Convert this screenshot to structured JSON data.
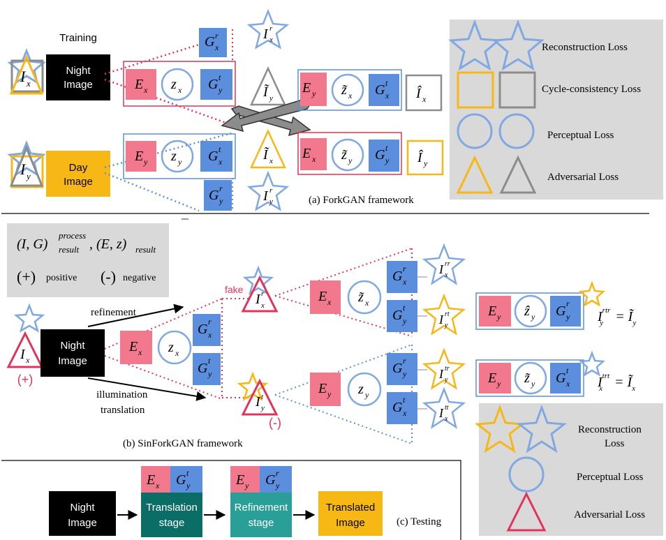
{
  "colors": {
    "red": "#e2335a",
    "pink": "#f2788d",
    "blue": "#5b8fdd",
    "lightblue": "#80a8e3",
    "yellow": "#f7b815",
    "gray": "#8c8c8c",
    "panel": "#d9d9d9",
    "black": "#000000",
    "teal_dark": "#0a6e67",
    "teal_light": "#2a9f98"
  },
  "a": {
    "training": "Training",
    "night1": "Night",
    "night2": "Image",
    "day1": "Day",
    "day2": "Image",
    "caption": "(a) ForkGAN framework",
    "legend": {
      "reconstruction": "Reconstruction Loss",
      "cycle": "Cycle-consistency Loss",
      "perceptual": "Perceptual Loss",
      "adversarial": "Adversarial Loss"
    }
  },
  "b": {
    "notation_line1": "(I, G)",
    "sup_process": "process",
    "sub_result": "result",
    "notation_mid": ", (E, z)",
    "plus": "(+)",
    "positive": "positive",
    "minus": "(-)",
    "negative": "negative",
    "refinement": "refinement",
    "illumination": "illumination",
    "translation": "translation",
    "fake": "fake",
    "plus_badge": "(+)",
    "minus_badge": "(-)",
    "night1": "Night",
    "night2": "Image",
    "caption": "(b) SinForkGAN framework",
    "legend": {
      "reconstruction1": "Reconstruction",
      "reconstruction2": "Loss",
      "perceptual": "Perceptual Loss",
      "adversarial": "Adversarial Loss"
    }
  },
  "c": {
    "night1": "Night",
    "night2": "Image",
    "translation1": "Translation",
    "translation2": "stage",
    "refinement1": "Refinement",
    "refinement2": "stage",
    "translated1": "Translated",
    "translated2": "Image",
    "caption": "(c) Testing"
  }
}
